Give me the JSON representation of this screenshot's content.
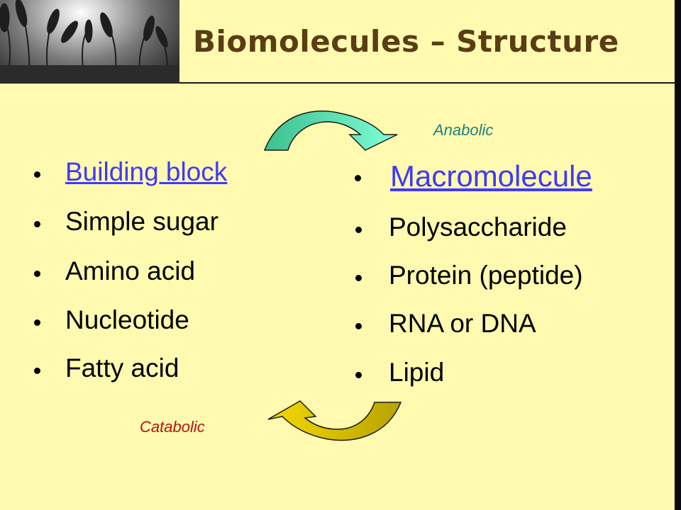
{
  "slide": {
    "title": "Biomolecules – Structure"
  },
  "left_column": {
    "heading": "Building block",
    "items": [
      "Simple sugar",
      "Amino acid",
      "Nucleotide",
      "Fatty acid"
    ]
  },
  "right_column": {
    "heading": "Macromolecule",
    "items": [
      "Polysaccharide",
      "Protein (peptide)",
      "RNA or DNA",
      "Lipid"
    ]
  },
  "arrows": {
    "anabolic_label": "Anabolic",
    "catabolic_label": "Catabolic",
    "anabolic_colors": [
      "#3dbf8f",
      "#7fffd4"
    ],
    "catabolic_colors": [
      "#f5d800",
      "#c8b400"
    ]
  },
  "colors": {
    "background": "#fffaaf",
    "title": "#5a3d14",
    "link": "#3e39ff",
    "anabolic_label": "#1f7f80",
    "catabolic_label": "#b41212"
  },
  "icons": [
    "wheat-photo",
    "bullet-dot",
    "curved-arrow"
  ]
}
